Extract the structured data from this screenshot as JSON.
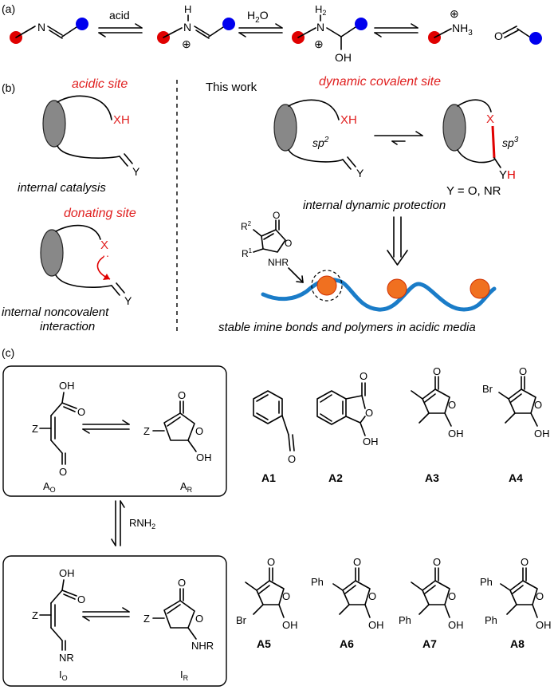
{
  "panel_labels": {
    "a": "(a)",
    "b": "(b)",
    "c": "(c)"
  },
  "colors": {
    "red": "#e00000",
    "blue": "#0000ee",
    "polymer": "#1a7cc8",
    "node": "#f07020"
  },
  "panel_a": {
    "acid": "acid",
    "h2o": "H2O",
    "nh3": "NH3",
    "plus": "⊕",
    "h": "H",
    "h2": "H2",
    "oh": "OH",
    "n": "N",
    "o": "O"
  },
  "panel_b": {
    "acidic_site": "acidic site",
    "xh": "XH",
    "y": "Y",
    "internal_catalysis": "internal catalysis",
    "donating_site": "donating site",
    "x": "X",
    "internal_noncovalent_1": "internal noncovalent",
    "internal_noncovalent_2": "interaction",
    "this_work": "This work",
    "dynamic_covalent_site": "dynamic covalent site",
    "sp2": "sp2",
    "sp3": "sp3",
    "yh": "YH",
    "y_eq": "Y = O, NR",
    "internal_dynamic_protection": "internal dynamic protection",
    "r1": "R1",
    "r2": "R2",
    "nhr": "NHR",
    "stable": "stable imine bonds and polymers in acidic media"
  },
  "panel_c": {
    "oh": "OH",
    "o": "O",
    "z": "Z",
    "ao": "AO",
    "ar": "AR",
    "rnh2": "RNH2",
    "nr": "NR",
    "nhr": "NHR",
    "io": "IO",
    "ir": "IR",
    "br": "Br",
    "ph": "Ph",
    "compounds": [
      "A1",
      "A2",
      "A3",
      "A4",
      "A5",
      "A6",
      "A7",
      "A8"
    ]
  }
}
